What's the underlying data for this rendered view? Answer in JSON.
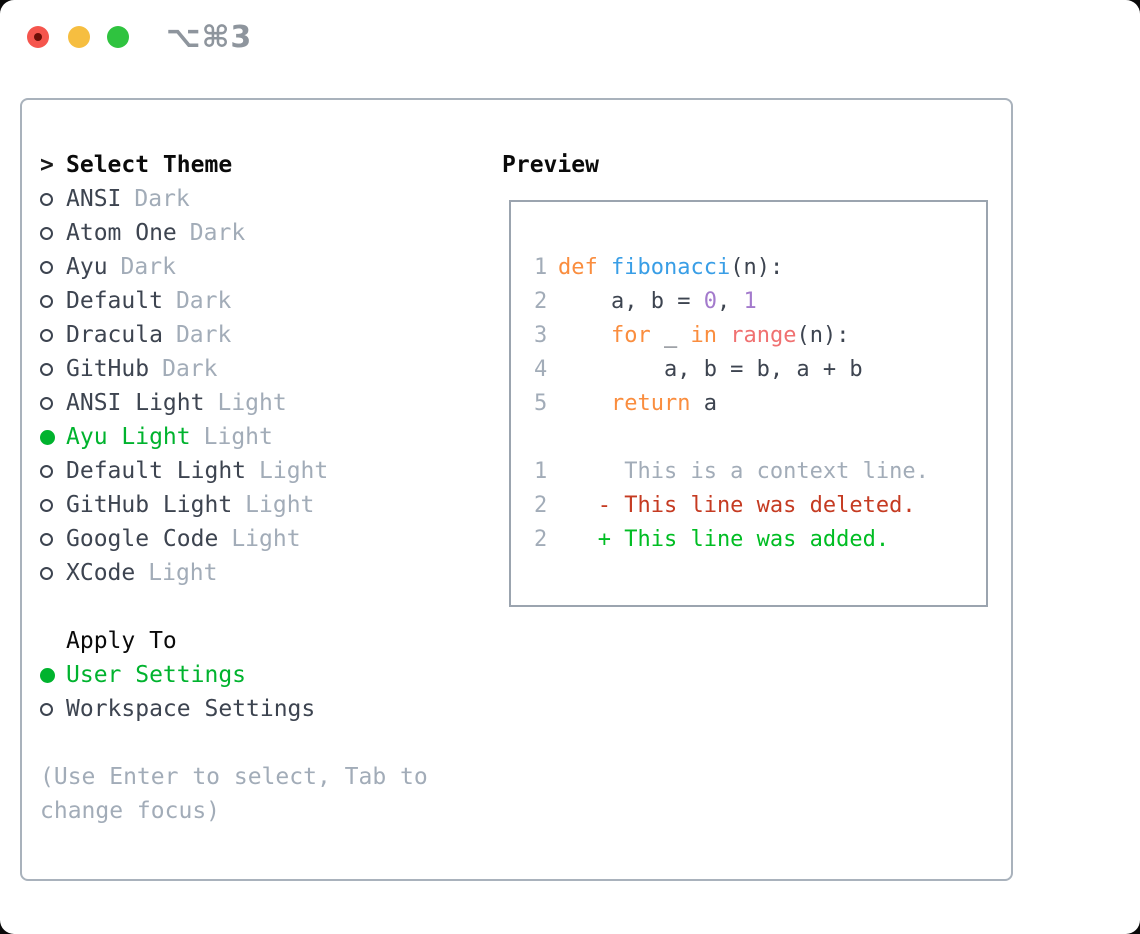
{
  "window": {
    "shortcut_title": "⌥⌘3",
    "traffic_lights": [
      "close",
      "minimize",
      "zoom"
    ]
  },
  "colors": {
    "accent_green": "#00b32e",
    "keyword_orange": "#fa8d3e",
    "function_blue": "#399ee6",
    "number_purple": "#a37acc",
    "builtin_coral": "#f07171",
    "diff_red": "#c53b22",
    "diff_green": "#00bd23",
    "muted_gray": "#a2acb8",
    "text_dark": "#3d4450",
    "panel_border": "#a9b2bc"
  },
  "theme_list": {
    "prompt": ">",
    "title": "Select Theme",
    "items": [
      {
        "name": "ANSI",
        "tag": "Dark",
        "selected": false
      },
      {
        "name": "Atom One",
        "tag": "Dark",
        "selected": false
      },
      {
        "name": "Ayu",
        "tag": "Dark",
        "selected": false
      },
      {
        "name": "Default",
        "tag": "Dark",
        "selected": false
      },
      {
        "name": "Dracula",
        "tag": "Dark",
        "selected": false
      },
      {
        "name": "GitHub",
        "tag": "Dark",
        "selected": false
      },
      {
        "name": "ANSI Light",
        "tag": "Light",
        "selected": false
      },
      {
        "name": "Ayu Light",
        "tag": "Light",
        "selected": true
      },
      {
        "name": "Default Light",
        "tag": "Light",
        "selected": false
      },
      {
        "name": "GitHub Light",
        "tag": "Light",
        "selected": false
      },
      {
        "name": "Google Code",
        "tag": "Light",
        "selected": false
      },
      {
        "name": "XCode",
        "tag": "Light",
        "selected": false
      }
    ]
  },
  "apply_to": {
    "label": "Apply To",
    "options": [
      {
        "name": "User Settings",
        "selected": true
      },
      {
        "name": "Workspace Settings",
        "selected": false
      }
    ]
  },
  "help_lines": [
    "(Use Enter to select, Tab to",
    "change focus)"
  ],
  "preview": {
    "title": "Preview",
    "lines": [
      {
        "num": "1",
        "segments": [
          {
            "t": "def ",
            "c": "keyword"
          },
          {
            "t": "fibonacci",
            "c": "function"
          },
          {
            "t": "(n):",
            "c": "plain"
          }
        ]
      },
      {
        "num": "2",
        "segments": [
          {
            "t": "    a, b = ",
            "c": "plain"
          },
          {
            "t": "0",
            "c": "number"
          },
          {
            "t": ", ",
            "c": "plain"
          },
          {
            "t": "1",
            "c": "number"
          }
        ]
      },
      {
        "num": "3",
        "segments": [
          {
            "t": "    ",
            "c": "plain"
          },
          {
            "t": "for",
            "c": "keyword"
          },
          {
            "t": " _ ",
            "c": "plain"
          },
          {
            "t": "in",
            "c": "keyword"
          },
          {
            "t": " ",
            "c": "plain"
          },
          {
            "t": "range",
            "c": "builtin"
          },
          {
            "t": "(n):",
            "c": "plain"
          }
        ]
      },
      {
        "num": "4",
        "segments": [
          {
            "t": "        a, b = b, a + b",
            "c": "plain"
          }
        ]
      },
      {
        "num": "5",
        "segments": [
          {
            "t": "    ",
            "c": "plain"
          },
          {
            "t": "return",
            "c": "keyword"
          },
          {
            "t": " a",
            "c": "plain"
          }
        ]
      },
      {
        "num": "",
        "segments": []
      },
      {
        "num": "1",
        "segments": [
          {
            "t": "     This is a context line.",
            "c": "context"
          }
        ]
      },
      {
        "num": "2",
        "segments": [
          {
            "t": "   - This line was deleted.",
            "c": "deleted"
          }
        ]
      },
      {
        "num": "2",
        "segments": [
          {
            "t": "   + This line was added.",
            "c": "added"
          }
        ]
      }
    ]
  }
}
